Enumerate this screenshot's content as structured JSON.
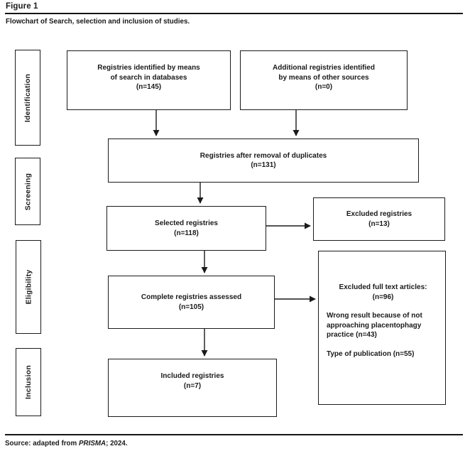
{
  "figure": {
    "label": "Figure 1",
    "caption": "Flowchart of Search, selection and inclusion of studies.",
    "source": {
      "prefix": "Source: adapted from ",
      "italic": "PRISMA",
      "suffix": "; 2024."
    }
  },
  "stages": [
    {
      "label": "Identification"
    },
    {
      "label": "Screening"
    },
    {
      "label": "Eligibility"
    },
    {
      "label": "Inclusion"
    }
  ],
  "boxes": {
    "identified": {
      "lines": [
        "Registries identified by means",
        "of search in databases",
        "(n=145)"
      ]
    },
    "additional": {
      "lines": [
        "Additional registries identified",
        "by means of other sources",
        "(n=0)"
      ]
    },
    "duplicates": {
      "lines": [
        "Registries after removal of duplicates",
        "(n=131)"
      ]
    },
    "selected": {
      "lines": [
        "Selected registries",
        "(n=118)"
      ]
    },
    "excluded_registries": {
      "lines": [
        "Excluded registries",
        "(n=13)"
      ]
    },
    "assessed": {
      "lines": [
        "Complete registries assessed",
        "(n=105)"
      ]
    },
    "excluded_fulltext": {
      "centered_lines": [
        "Excluded full text articles:",
        "(n=96)"
      ],
      "reason1_lines": [
        "Wrong result because of not",
        "approaching placentophagy",
        "practice (n=43)"
      ],
      "reason2_lines": [
        "Type of publication (n=55)"
      ]
    },
    "included": {
      "lines": [
        "Included registries",
        "(n=7)"
      ]
    }
  },
  "colors": {
    "ink": "#1a1a1a",
    "background": "#ffffff"
  }
}
